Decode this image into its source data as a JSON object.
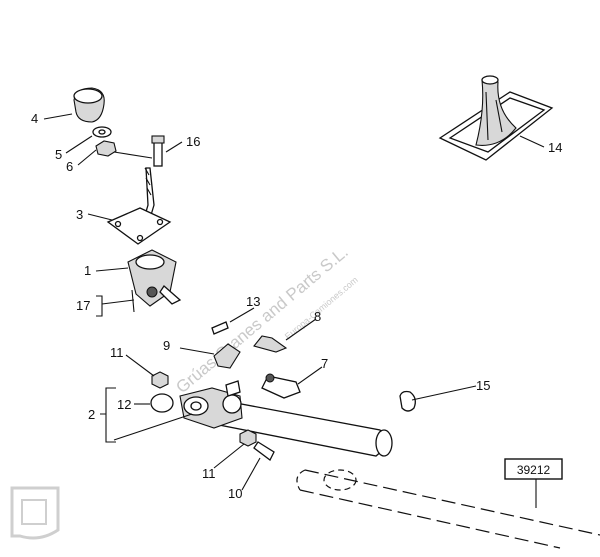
{
  "callouts": [
    {
      "id": "c4",
      "text": "4"
    },
    {
      "id": "c5",
      "text": "5"
    },
    {
      "id": "c6",
      "text": "6"
    },
    {
      "id": "c16",
      "text": "16"
    },
    {
      "id": "c3",
      "text": "3"
    },
    {
      "id": "c1",
      "text": "1"
    },
    {
      "id": "c17",
      "text": "17"
    },
    {
      "id": "c13",
      "text": "13"
    },
    {
      "id": "c8",
      "text": "8"
    },
    {
      "id": "c9",
      "text": "9"
    },
    {
      "id": "c11a",
      "text": "11"
    },
    {
      "id": "c7",
      "text": "7"
    },
    {
      "id": "c12",
      "text": "12"
    },
    {
      "id": "c2",
      "text": "2"
    },
    {
      "id": "c11b",
      "text": "11"
    },
    {
      "id": "c10",
      "text": "10"
    },
    {
      "id": "c14",
      "text": "14"
    },
    {
      "id": "c15",
      "text": "15"
    }
  ],
  "reference_box": "39212",
  "watermark": {
    "main": "Grúas Cranes and Parts S.L.",
    "sub": "Europa-Camiones.com"
  },
  "colors": {
    "line": "#111111",
    "watermark": "#c9c9c9"
  }
}
